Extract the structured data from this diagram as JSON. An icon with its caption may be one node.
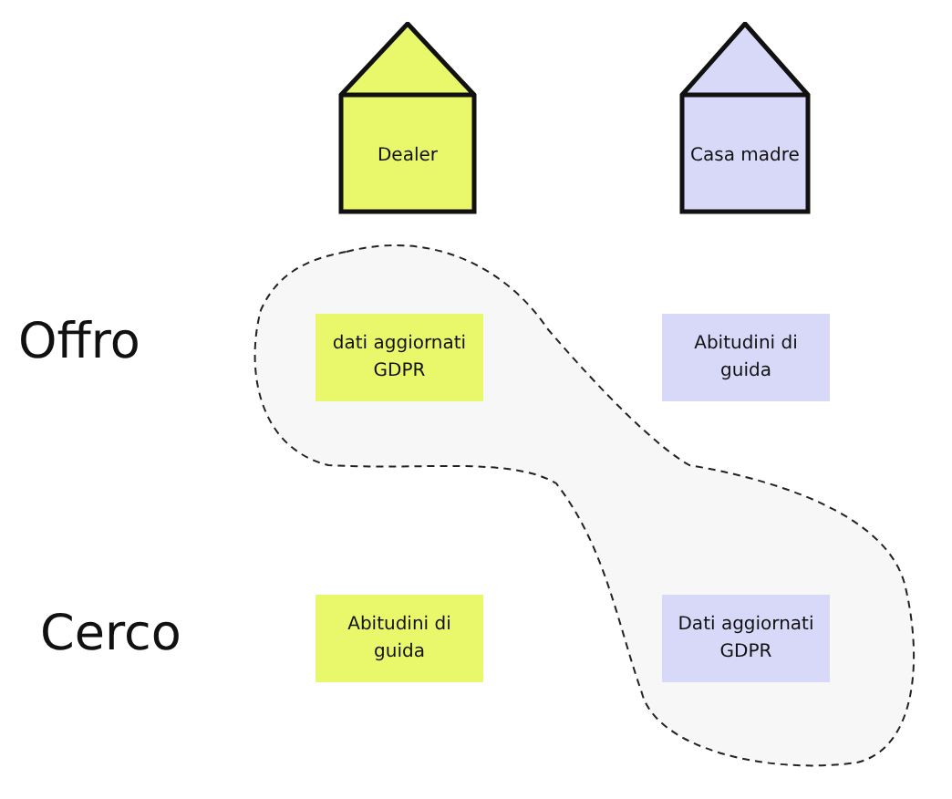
{
  "diagram": {
    "nodes": [
      {
        "text": [
          "Dealer"
        ]
      },
      {
        "text": [
          "Casa madre"
        ]
      },
      {
        "text": [
          "dati aggiornati GDPR"
        ]
      },
      {
        "text": [
          "Abitudini di guida"
        ]
      },
      {
        "text": [
          "Abitudini di guida"
        ]
      },
      {
        "text": [
          "Dati aggiornati GDPR"
        ]
      }
    ],
    "labels": [
      "Offro",
      "Cerco"
    ]
  }
}
